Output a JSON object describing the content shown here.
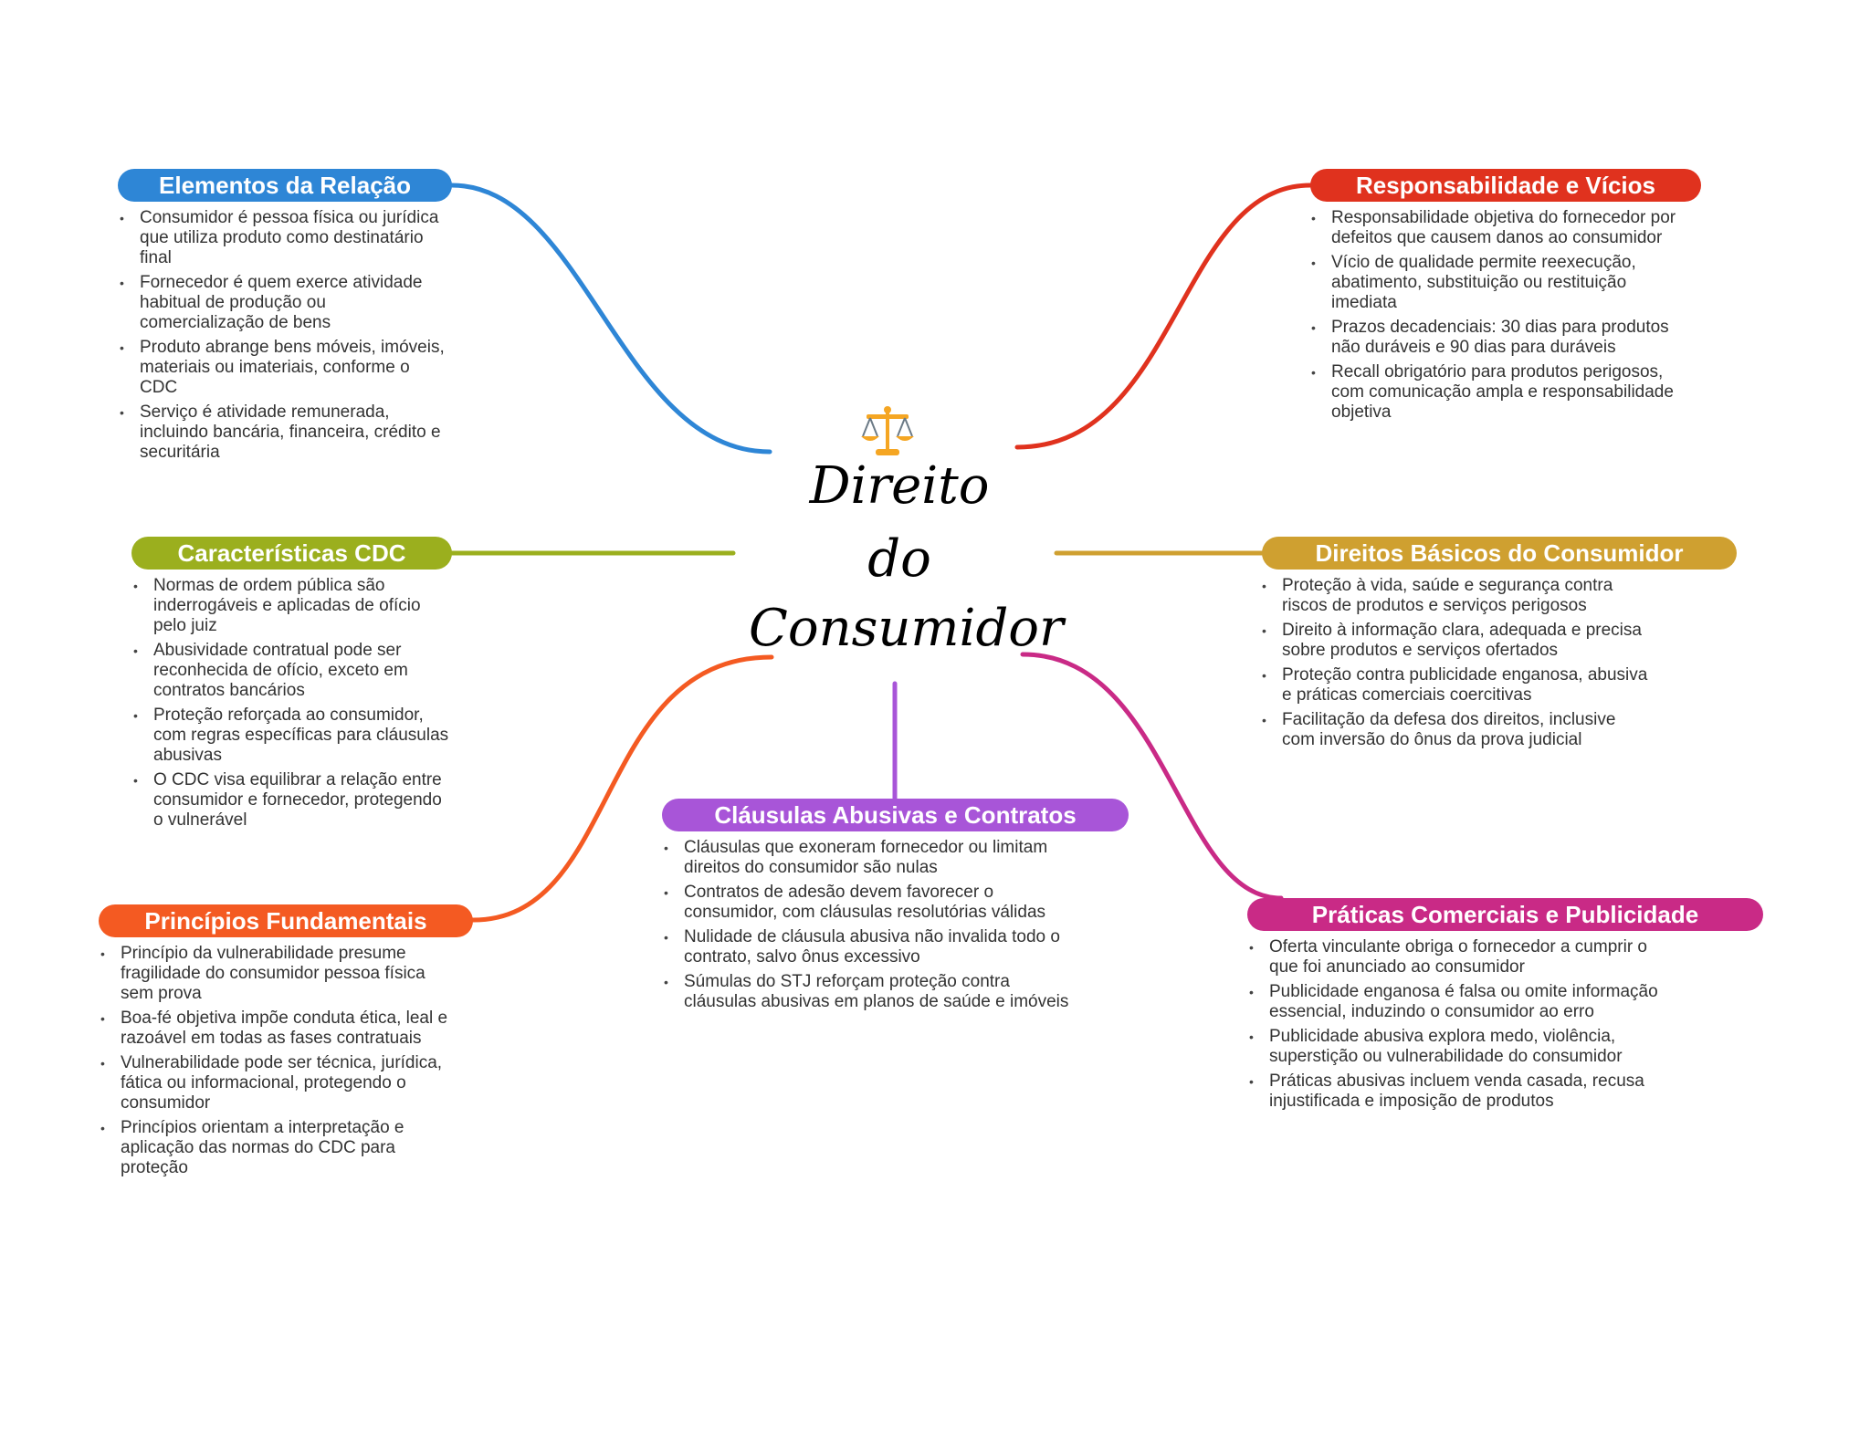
{
  "center": {
    "icon": "balance-scale-icon",
    "title_lines": [
      "Direito",
      "do",
      "Consumidor"
    ]
  },
  "branches": [
    {
      "id": "elementos",
      "title": "Elementos da Relação",
      "color": "#2E86D6",
      "items": [
        "Consumidor é pessoa física ou jurídica que utiliza produto como destinatário final",
        "Fornecedor é quem exerce atividade habitual de produção ou comercialização de bens",
        "Produto abrange bens móveis, imóveis, materiais ou imateriais, conforme o CDC",
        "Serviço é atividade remunerada, incluindo bancária, financeira, crédito e securitária"
      ]
    },
    {
      "id": "responsabilidade",
      "title": "Responsabilidade e Vícios",
      "color": "#E0321E",
      "items": [
        "Responsabilidade objetiva do fornecedor por defeitos que causem danos ao consumidor",
        "Vício de qualidade permite reexecução, abatimento, substituição ou restituição imediata",
        "Prazos decadenciais: 30 dias para produtos não duráveis e 90 dias para duráveis",
        "Recall obrigatório para produtos perigosos, com comunicação ampla e responsabilidade objetiva"
      ]
    },
    {
      "id": "caracteristicas",
      "title": "Características CDC",
      "color": "#9BAF1E",
      "items": [
        "Normas de ordem pública são inderrogáveis e aplicadas de ofício pelo juiz",
        "Abusividade contratual pode ser reconhecida de ofício, exceto em contratos bancários",
        "Proteção reforçada ao consumidor, com regras específicas para cláusulas abusivas",
        "O CDC visa equilibrar a relação entre consumidor e fornecedor, protegendo o vulnerável"
      ]
    },
    {
      "id": "direitos",
      "title": "Direitos Básicos do Consumidor",
      "color": "#CFA030",
      "items": [
        "Proteção à vida, saúde e segurança contra riscos de produtos e serviços perigosos",
        "Direito à informação clara, adequada e precisa sobre produtos e serviços ofertados",
        "Proteção contra publicidade enganosa, abusiva e práticas comerciais coercitivas",
        "Facilitação da defesa dos direitos, inclusive com inversão do ônus da prova judicial"
      ]
    },
    {
      "id": "clausulas",
      "title": "Cláusulas Abusivas e Contratos",
      "color": "#A855D8",
      "items": [
        "Cláusulas que exoneram fornecedor ou limitam direitos do consumidor são nulas",
        "Contratos de adesão devem favorecer o consumidor, com cláusulas resolutórias válidas",
        "Nulidade de cláusula abusiva não invalida todo o contrato, salvo ônus excessivo",
        "Súmulas do STJ reforçam proteção contra cláusulas abusivas em planos de saúde e imóveis"
      ]
    },
    {
      "id": "principios",
      "title": "Princípios Fundamentais",
      "color": "#F45A22",
      "items": [
        "Princípio da vulnerabilidade presume fragilidade do consumidor pessoa física sem prova",
        "Boa-fé objetiva impõe conduta ética, leal e razoável em todas as fases contratuais",
        "Vulnerabilidade pode ser técnica, jurídica, fática ou informacional, protegendo o consumidor",
        "Princípios orientam a interpretação e aplicação das normas do CDC para proteção"
      ]
    },
    {
      "id": "praticas",
      "title": "Práticas Comerciais e Publicidade",
      "color": "#C92A86",
      "items": [
        "Oferta vinculante obriga o fornecedor a cumprir o que foi anunciado ao consumidor",
        "Publicidade enganosa é falsa ou omite informação essencial, induzindo o consumidor ao erro",
        "Publicidade abusiva explora medo, violência, superstição ou vulnerabilidade do consumidor",
        "Práticas abusivas incluem venda casada, recusa injustificada e imposição de produtos"
      ]
    }
  ]
}
